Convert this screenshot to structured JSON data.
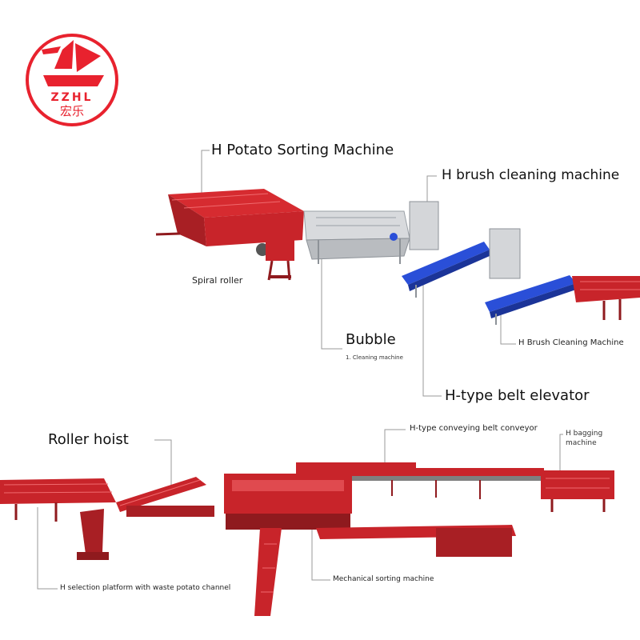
{
  "logo": {
    "latin_text": "ZZHL",
    "chinese_text": "宏乐",
    "brand_color": "#e8222e"
  },
  "labels": {
    "sorting_machine": "H Potato Sorting Machine",
    "brush_cleaning_top": "H brush cleaning machine",
    "spiral_roller": "Spiral roller",
    "bubble": "Bubble",
    "bubble_sub": "1. Cleaning machine",
    "brush_cleaning_right": "H Brush Cleaning Machine",
    "belt_elevator": "H-type belt elevator",
    "roller_hoist": "Roller hoist",
    "conveying_belt": "H-type conveying belt conveyor",
    "bagging_line1": "H bagging",
    "bagging_line2": "machine",
    "selection_platform": "H selection platform with waste potato channel",
    "mechanical_sorting": "Mechanical sorting machine"
  },
  "colors": {
    "machine_red": "#c8242a",
    "machine_dark_red": "#8f1a1e",
    "steel_grey": "#b9bcc0",
    "belt_blue": "#2a4fd8",
    "leader_line": "#9a9a9a"
  }
}
